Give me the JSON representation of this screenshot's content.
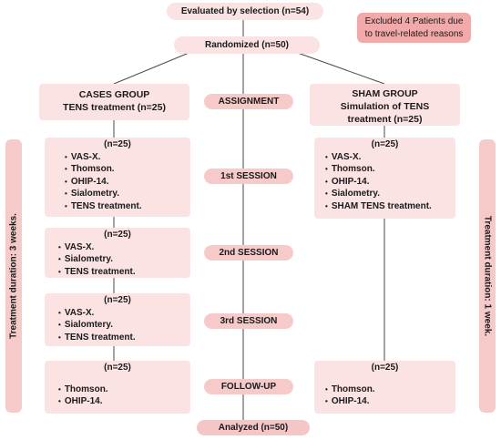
{
  "top": {
    "evaluated": "Evaluated by selection (n=54)",
    "randomized": "Randomized (n=50)",
    "excluded": "Excluded 4 Patients  due to travel-related reasons"
  },
  "cases_group": {
    "title": "CASES GROUP",
    "subtitle": "TENS treatment (n=25)"
  },
  "sham_group": {
    "title": "SHAM GROUP",
    "subtitle": "Simulation of TENS treatment (n=25)"
  },
  "stages": {
    "assignment": "ASSIGNMENT",
    "session1": "1st SESSION",
    "session2": "2nd SESSION",
    "session3": "3rd SESSION",
    "followup": "FOLLOW-UP",
    "analyzed": "Analyzed (n=50)"
  },
  "cases_boxes": [
    {
      "n": "(n=25)",
      "items": [
        "VAS-X.",
        "Thomson.",
        "OHIP-14.",
        "Sialometry.",
        "TENS treatment."
      ]
    },
    {
      "n": "(n=25)",
      "items": [
        "VAS-X.",
        "Sialometry.",
        "TENS treatment."
      ]
    },
    {
      "n": "(n=25)",
      "items": [
        "VAS-X.",
        "Sialomtery.",
        "TENS treatment."
      ]
    },
    {
      "n": "(n=25)",
      "items": [
        "Thomson.",
        "OHIP-14."
      ]
    }
  ],
  "sham_boxes": [
    {
      "n": "(n=25)",
      "items": [
        "VAS-X.",
        "Thomson.",
        "OHIP-14.",
        "Sialometry.",
        "SHAM TENS treatment."
      ]
    },
    {
      "n": "(n=25)",
      "items": [
        "Thomson.",
        "OHIP-14."
      ]
    }
  ],
  "durations": {
    "left": "Treatment duration: 3 weeks.",
    "right": "Treatment duration: 1 week."
  }
}
